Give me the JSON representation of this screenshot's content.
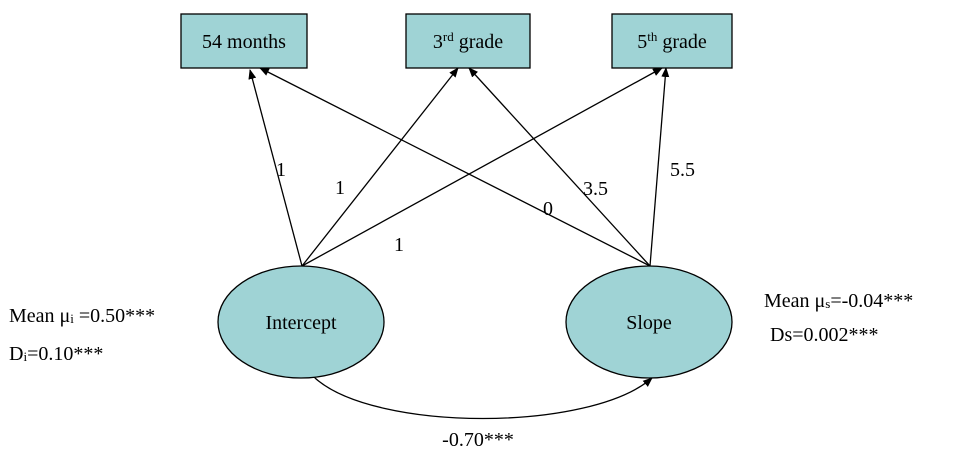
{
  "indicators": [
    {
      "id": "m54",
      "label": "54 months",
      "sup": ""
    },
    {
      "id": "g3",
      "label": "3",
      "sup": "rd",
      "suffix": " grade"
    },
    {
      "id": "g5",
      "label": "5",
      "sup": "th",
      "suffix": " grade"
    }
  ],
  "factors": {
    "intercept": "Intercept",
    "slope": "Slope"
  },
  "loadings": {
    "intercept_54m": "1",
    "intercept_3rd": "1",
    "intercept_5th": "1",
    "slope_54m": "0",
    "slope_3rd": "3.5",
    "slope_5th": "5.5"
  },
  "intercept_stats": {
    "mean_prefix": "Mean μ",
    "mean_sub": "i",
    "mean_value": " =0.50***",
    "var_prefix": "D",
    "var_sub": "i",
    "var_value": "=0.10***"
  },
  "slope_stats": {
    "mean_prefix": "Mean μ",
    "mean_sub": "s",
    "mean_value": "=-0.04***",
    "var_prefix": "Ds",
    "var_sub": "",
    "var_value": "=0.002***"
  },
  "covariance": "-0.70***",
  "colors": {
    "node_fill": "#9fd3d5",
    "stroke": "#000000"
  }
}
